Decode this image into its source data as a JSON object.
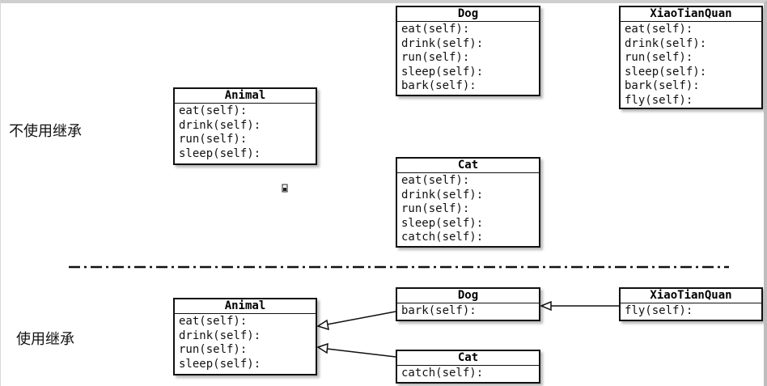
{
  "labels": {
    "no_inherit": "不使用继承",
    "inherit": "使用继承"
  },
  "top": {
    "animal": {
      "name": "Animal",
      "methods": [
        "eat(self):",
        "drink(self):",
        "run(self):",
        "sleep(self):"
      ]
    },
    "dog": {
      "name": "Dog",
      "methods": [
        "eat(self):",
        "drink(self):",
        "run(self):",
        "sleep(self):",
        "bark(self):"
      ]
    },
    "xtq": {
      "name": "XiaoTianQuan",
      "methods": [
        "eat(self):",
        "drink(self):",
        "run(self):",
        "sleep(self):",
        "bark(self):",
        "fly(self):"
      ]
    },
    "cat": {
      "name": "Cat",
      "methods": [
        "eat(self):",
        "drink(self):",
        "run(self):",
        "sleep(self):",
        "catch(self):"
      ]
    }
  },
  "bottom": {
    "animal": {
      "name": "Animal",
      "methods": [
        "eat(self):",
        "drink(self):",
        "run(self):",
        "sleep(self):"
      ]
    },
    "dog": {
      "name": "Dog",
      "methods": [
        "bark(self):"
      ]
    },
    "xtq": {
      "name": "XiaoTianQuan",
      "methods": [
        "fly(self):"
      ]
    },
    "cat": {
      "name": "Cat",
      "methods": [
        "catch(self):"
      ]
    }
  }
}
